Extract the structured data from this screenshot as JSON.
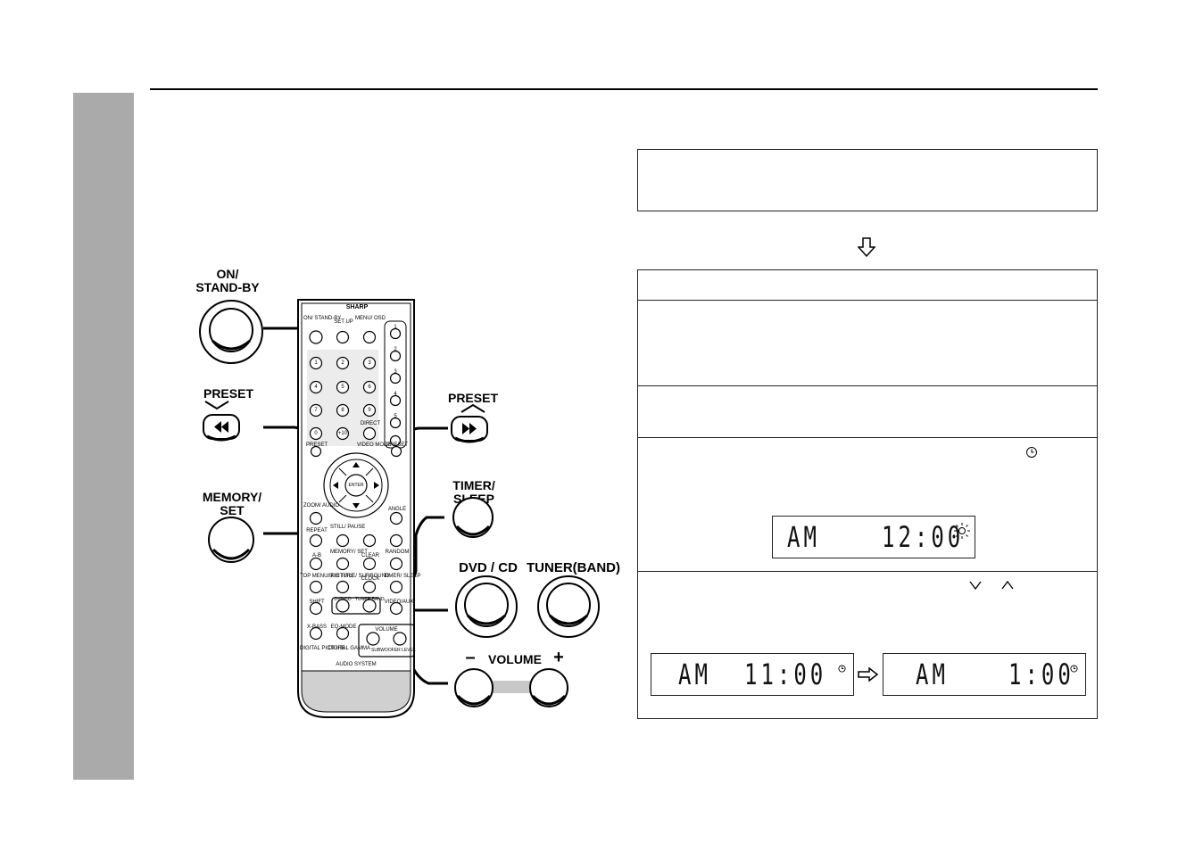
{
  "remote": {
    "brand": "SHARP",
    "footer": "AUDIO SYSTEM",
    "labels": {
      "on_standby": "ON/ STAND-BY",
      "set_up": "SET UP",
      "menu_osd": "MENU/ OSD",
      "direct": "DIRECT",
      "preset_down": "PRESET",
      "video_mode": "VIDEO MODE",
      "preset_up": "PRESET",
      "enter": "ENTER",
      "zoom_audio": "ZOOM/ AUDIO",
      "angle": "ANGLE",
      "repeat": "REPEAT",
      "still_pause": "STILL/ PAUSE",
      "random": "RANDOM",
      "clear": "CLEAR",
      "memory_set": "MEMORY/ SET",
      "ab": "A-B",
      "top_menu": "TOP MENU/ PICTURE",
      "subtitle": "SUB TITLE/ SURROUND",
      "clock": "CLOCK",
      "timer_sleep": "TIMER/ SLEEP",
      "shift": "SHIFT",
      "dvd_cd": "DVD/CD",
      "tuner_band": "TUNER BAND",
      "video_aux": "VIDEO/AUX",
      "x_bass": "X-BASS",
      "eq_mode": "EQ-MODE",
      "volume": "VOLUME",
      "digital_picture": "DIGITAL PICTURE",
      "digital_gamma": "DIGITAL GAMMA",
      "subwoofer_level": "SUBWOOFER LEVEL"
    },
    "numbers": [
      "1",
      "2",
      "3",
      "4",
      "5",
      "6",
      "7",
      "8",
      "9",
      "0",
      "+10"
    ],
    "side_presets": [
      "1",
      "2",
      "3",
      "4",
      "5"
    ]
  },
  "callouts": {
    "on_standby_1": "ON/",
    "on_standby_2": "STAND-BY",
    "preset_left": "PRESET",
    "preset_right": "PRESET",
    "memory_set_1": "MEMORY/",
    "memory_set_2": "SET",
    "timer_sleep_1": "TIMER/",
    "timer_sleep_2": "SLEEP",
    "dvd_cd": "DVD / CD",
    "tuner_band": "TUNER(BAND)",
    "volume": "VOLUME",
    "minus": "–",
    "plus": "+"
  },
  "displays": {
    "step3": {
      "am": "AM",
      "time": "12:00"
    },
    "step4_before": {
      "am": "AM",
      "time": "11:00"
    },
    "step4_after": {
      "am": "AM",
      "time": "1:00"
    }
  }
}
